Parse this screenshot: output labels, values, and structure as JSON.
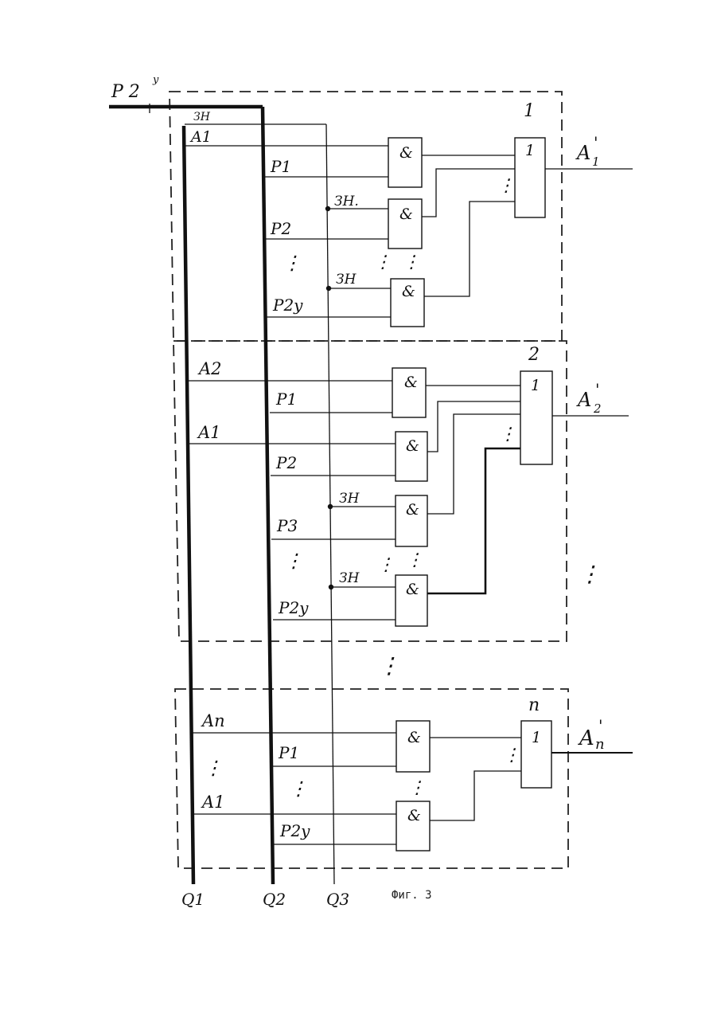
{
  "figure_caption": "Фиг. 3",
  "input_bus": {
    "label": "P 2",
    "superscript": "у"
  },
  "bus_labels": [
    "Q1",
    "Q2",
    "Q3"
  ],
  "enable_label": "ЗН",
  "enable_label_dotted": "ЗН.",
  "and_symbol": "&",
  "or_symbol": "1",
  "ellipsis": "⋮",
  "blocks": [
    {
      "number": "1",
      "inputs": [
        "A1"
      ],
      "p_lines": [
        "P1",
        "P2",
        "⋮",
        "P2у"
      ],
      "output": {
        "main": "A",
        "sub": "1",
        "prime": "'"
      }
    },
    {
      "number": "2",
      "inputs": [
        "A2",
        "A1"
      ],
      "p_lines": [
        "P1",
        "P2",
        "P3",
        "⋮",
        "P2у"
      ],
      "output": {
        "main": "A",
        "sub": "2",
        "prime": "'"
      }
    },
    {
      "number": "n",
      "inputs": [
        "An",
        "⋮",
        "A1"
      ],
      "p_lines": [
        "P1",
        "⋮",
        "P2у"
      ],
      "output": {
        "main": "A",
        "sub": "n",
        "prime": "'"
      }
    }
  ]
}
